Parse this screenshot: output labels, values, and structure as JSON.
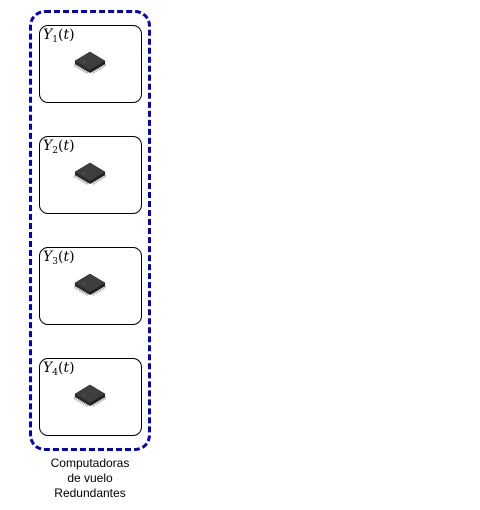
{
  "group": {
    "border_color": "#0000cc",
    "caption_lines": [
      "Computadoras",
      "de vuelo",
      "Redundantes"
    ]
  },
  "units": [
    {
      "var": "Y",
      "sub": "1",
      "arg": "t",
      "icon": "microchip-icon"
    },
    {
      "var": "Y",
      "sub": "2",
      "arg": "t",
      "icon": "microchip-icon"
    },
    {
      "var": "Y",
      "sub": "3",
      "arg": "t",
      "icon": "microchip-icon"
    },
    {
      "var": "Y",
      "sub": "4",
      "arg": "t",
      "icon": "microchip-icon"
    }
  ]
}
